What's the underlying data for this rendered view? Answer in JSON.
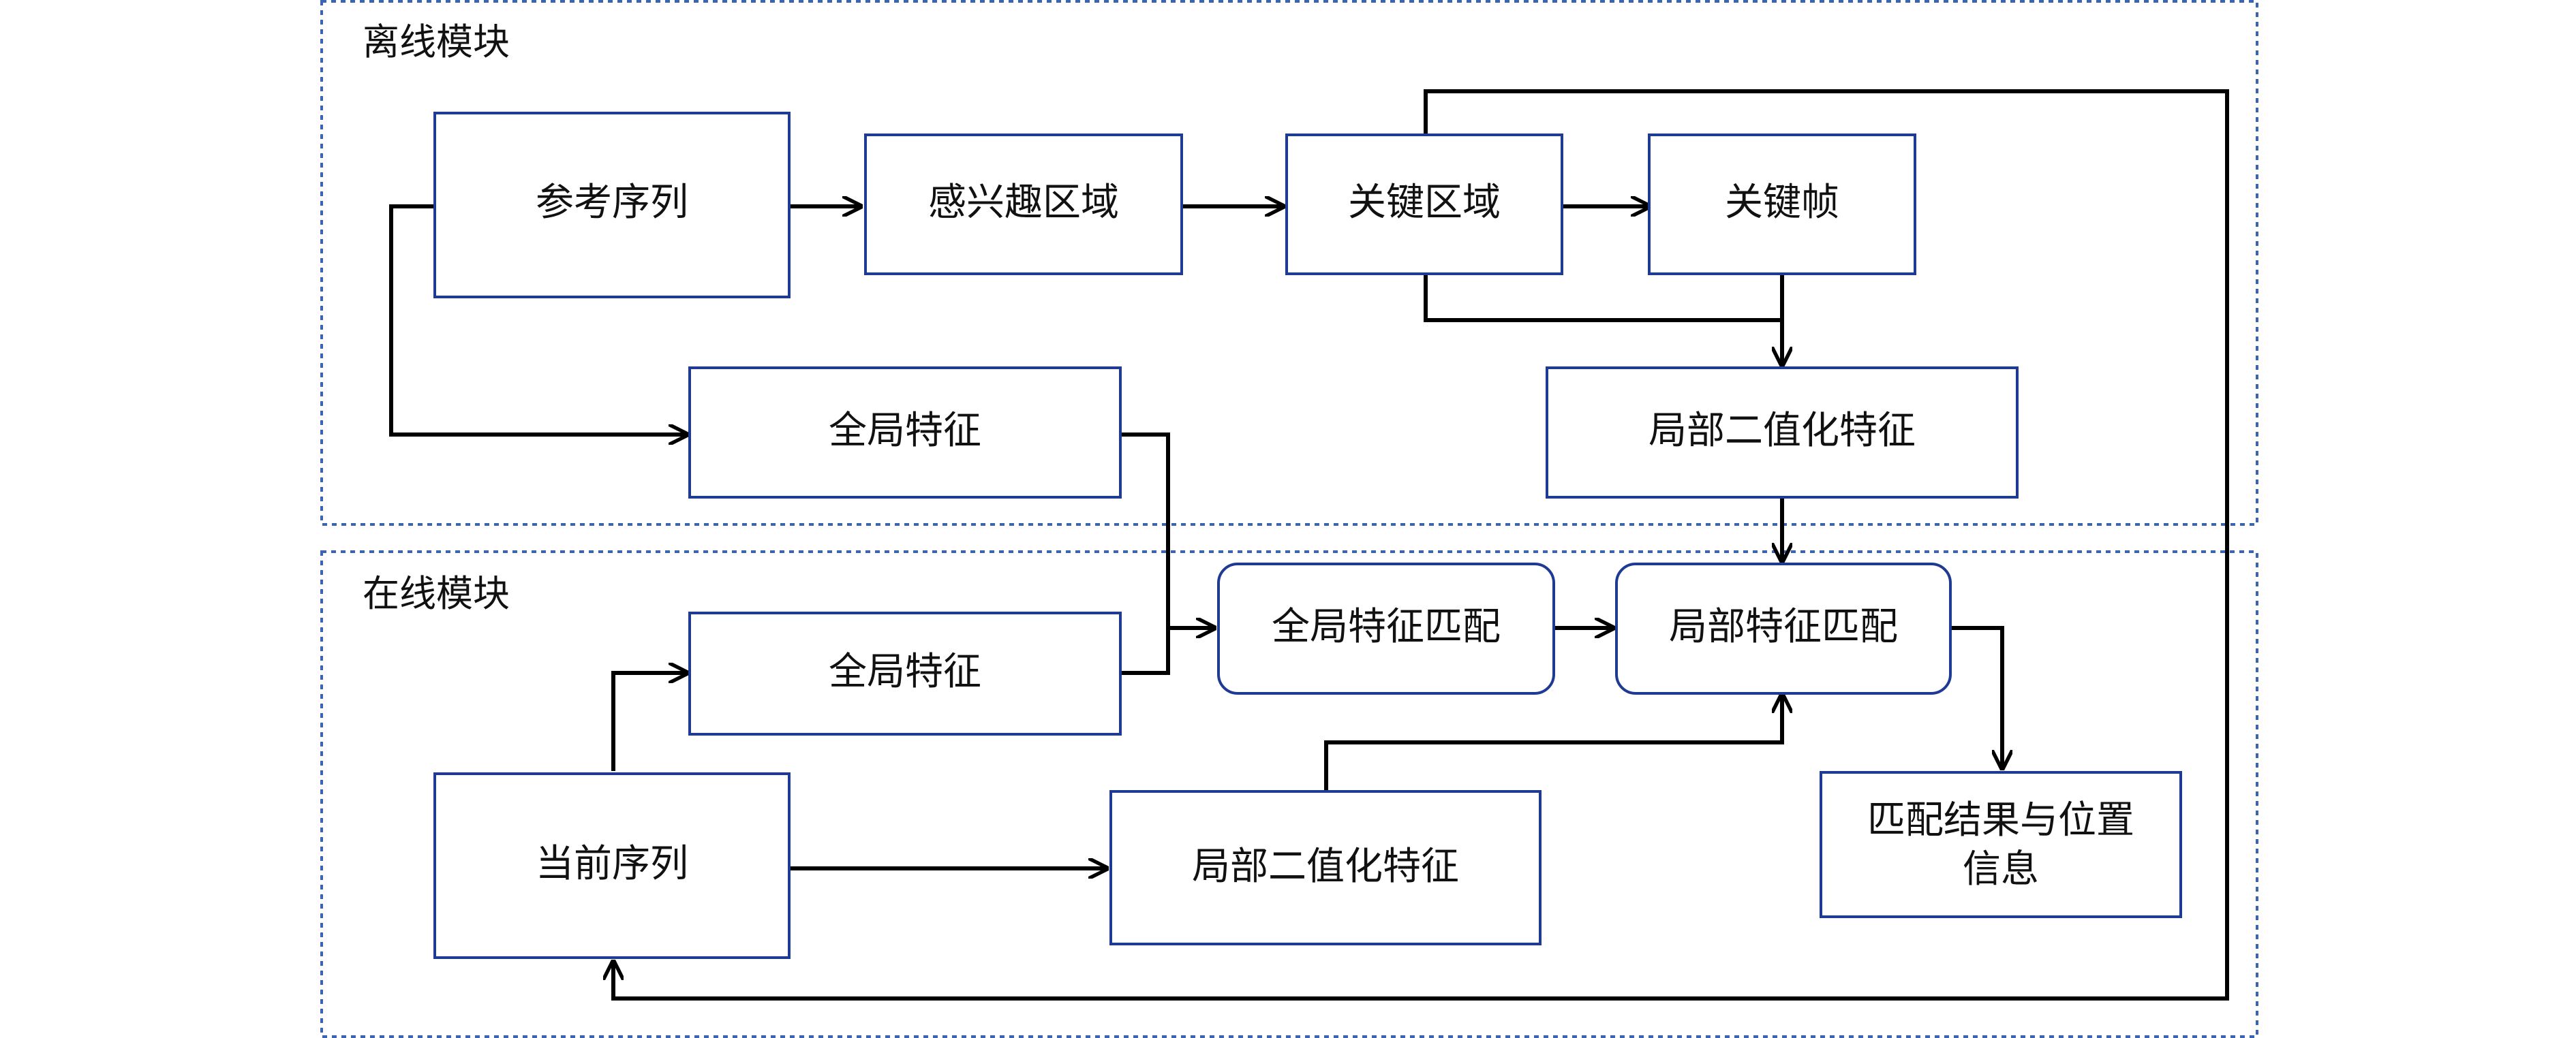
{
  "offline_module": {
    "title": "离线模块",
    "nodes": {
      "ref_sequence": "参考序列",
      "roi": "感兴趣区域",
      "key_region": "关键区域",
      "key_frame": "关键帧",
      "global_feature": "全局特征",
      "local_binary_feature": "局部二值化特征"
    }
  },
  "online_module": {
    "title": "在线模块",
    "nodes": {
      "current_sequence": "当前序列",
      "global_feature": "全局特征",
      "global_match": "全局特征匹配",
      "local_match": "局部特征匹配",
      "local_binary_feature": "局部二值化特征",
      "result_line1": "匹配结果与位置",
      "result_line2": "信息"
    }
  },
  "colors": {
    "box_border": "#1f3a93",
    "frame_border": "#3b64b3",
    "arrow": "#000000"
  }
}
